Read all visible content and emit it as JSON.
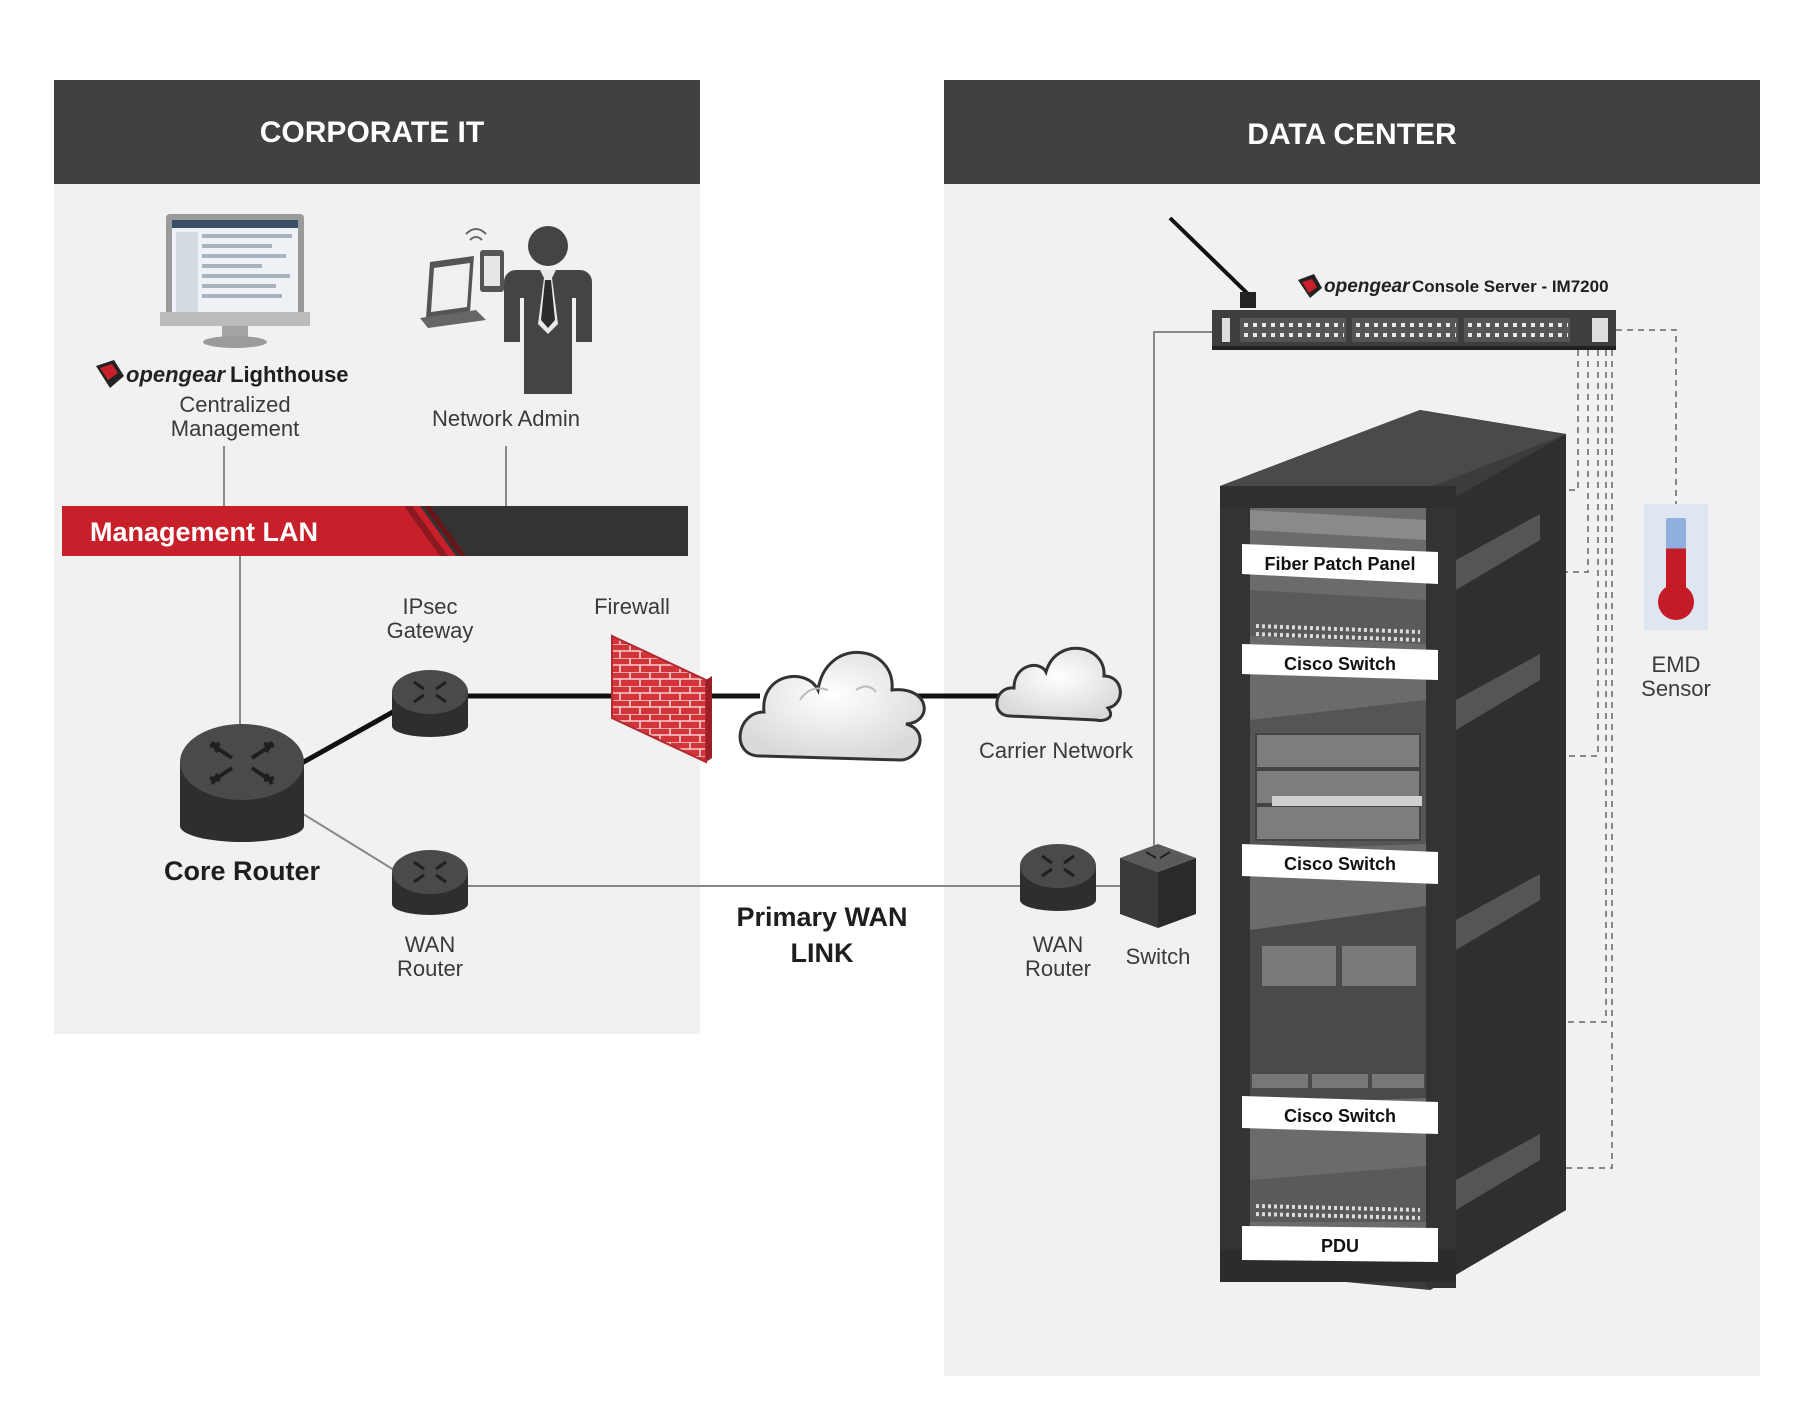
{
  "panels": {
    "corporate_title": "CORPORATE IT",
    "datacenter_title": "DATA CENTER"
  },
  "corporate": {
    "brand": "opengear",
    "product": "Lighthouse",
    "lighthouse_line1": "Centralized",
    "lighthouse_line2": "Management",
    "network_admin": "Network Admin",
    "management_lan": "Management LAN",
    "ipsec_line1": "IPsec",
    "ipsec_line2": "Gateway",
    "firewall": "Firewall",
    "core_router": "Core Router",
    "wan_router_line1": "WAN",
    "wan_router_line2": "Router"
  },
  "wan_link": {
    "line1": "Primary WAN",
    "line2": "LINK"
  },
  "datacenter": {
    "brand": "opengear",
    "console_server": "Console Server - IM7200",
    "carrier_network": "Carrier Network",
    "wan_router_line1": "WAN",
    "wan_router_line2": "Router",
    "switch": "Switch",
    "emd_line1": "EMD",
    "emd_line2": "Sensor",
    "rack_labels": {
      "fiber": "Fiber Patch Panel",
      "cisco1": "Cisco Switch",
      "cisco2": "Cisco Switch",
      "cisco3": "Cisco Switch",
      "pdu": "PDU"
    }
  },
  "colors": {
    "header_bg": "#414141",
    "panel_bg": "#f1f1f1",
    "accent_red": "#c8202a",
    "dark": "#333333"
  }
}
